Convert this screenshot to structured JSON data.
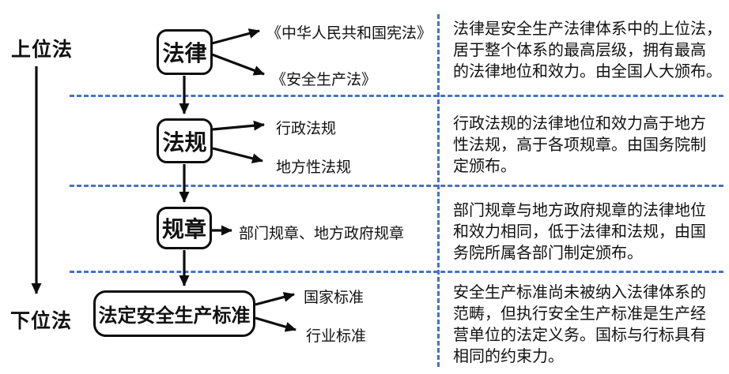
{
  "colors": {
    "background": "#ffffff",
    "shape_border": "#0d0d0d",
    "text": "#111111",
    "dashed_separator": "#4472C4"
  },
  "axis": {
    "top_label": "上位法",
    "bottom_label": "下位法"
  },
  "levels": [
    {
      "name": "law",
      "box_label": "法律",
      "examples": [
        "《中华人民共和国宪法》",
        "《安全生产法》"
      ],
      "description": [
        "法律是安全生产法律体系中的上位法，",
        "居于整个体系的最高层级，拥有最高",
        "的法律地位和效力。由全国人大颁布。"
      ]
    },
    {
      "name": "regulation",
      "box_label": "法规",
      "examples": [
        "行政法规",
        "地方性法规"
      ],
      "description": [
        "行政法规的法律地位和效力高于地方",
        "性法规，高于各项规章。由国务院制",
        "定颁布。"
      ]
    },
    {
      "name": "rule",
      "box_label": "规章",
      "examples": [
        "部门规章、地方政府规章"
      ],
      "description": [
        "部门规章与地方政府规章的法律地位",
        "和效力相同，低于法律和法规，由国",
        "务院所属各部门制定颁布。"
      ]
    },
    {
      "name": "standard",
      "box_label": "法定安全生产标准",
      "examples": [
        "国家标准",
        "行业标准"
      ],
      "description": [
        "安全生产标准尚未被纳入法律体系的",
        "范畴，但执行安全生产标准是生产经",
        "营单位的法定义务。国标与行标具有",
        "相同的约束力。"
      ]
    }
  ]
}
